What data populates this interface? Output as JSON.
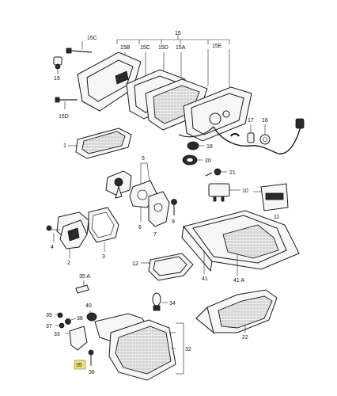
{
  "callouts": {
    "c15": "15",
    "c15b": "15B",
    "c15c_top": "15C",
    "c15c": "15C",
    "c15d_top": "15D",
    "c15a": "15A",
    "c15e": "15E",
    "c19": "19",
    "c15d": "15D",
    "c1": "1",
    "c17": "17",
    "c16": "16",
    "c18": "18",
    "c20": "20",
    "c21": "21",
    "c5": "5",
    "c10": "10",
    "c11": "11",
    "c9": "9",
    "c6": "6",
    "c7": "7",
    "c4": "4",
    "c2": "2",
    "c3": "3",
    "c12": "12",
    "c41a": "41",
    "c41b": "41 A",
    "c35a": "35 A",
    "c34": "34",
    "c40": "40",
    "c39": "39",
    "c38": "38",
    "c37": "37",
    "c33": "33",
    "c35": "35",
    "c36": "36",
    "c32": "32",
    "c22": "22",
    "c12_label": "12"
  },
  "colors": {
    "highlight": "#f7e27a",
    "ink": "#1a1a1a"
  }
}
